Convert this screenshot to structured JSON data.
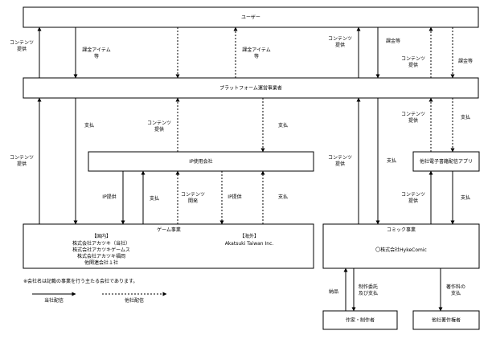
{
  "nodes": {
    "user": "ユーザー",
    "platform": "プラットフォーム運営事業者",
    "ip_licensee": "IP使用会社",
    "other_ebook_app": "他社電子書籍配信アプリ",
    "game_business": "ゲーム事業",
    "comic_business": "コミック事業",
    "author": "作家・制作者",
    "other_rights_holder": "他社著作権者"
  },
  "game": {
    "domestic_header": "【国内】",
    "domestic_companies": [
      "株式会社アカツキ（当社）",
      "株式会社アカツキゲームス",
      "株式会社アカツキ福岡",
      "他関連会社１社"
    ],
    "overseas_header": "【海外】",
    "overseas_company": "Akatsuki Taiwan Inc."
  },
  "comic": {
    "company": "〇株式会社HykeComic"
  },
  "labels": {
    "l1a": "コンテンツ",
    "l1b": "提供",
    "l2a": "課金アイテム",
    "l2b": "等",
    "l3a": "課金アイテム",
    "l3b": "等",
    "l4a": "コンテンツ",
    "l4b": "提供",
    "l5": "課金等",
    "l6a": "コンテンツ",
    "l6b": "提供",
    "l7": "課金等",
    "l8": "支払",
    "l9a": "コンテンツ",
    "l9b": "提供",
    "l10": "支払",
    "l11a": "コンテンツ",
    "l11b": "提供",
    "l12": "支払",
    "l13a": "コンテンツ",
    "l13b": "提供",
    "l14a": "コンテンツ",
    "l14b": "提供",
    "l15": "支払",
    "l16": "IP提供",
    "l17": "支払",
    "l18a": "コンテンツ",
    "l18b": "開発",
    "l19": "IP提供",
    "l20": "支払",
    "l21a": "コンテンツ",
    "l21b": "提供",
    "l22": "支払",
    "l23": "納品",
    "l24a": "制作委託",
    "l24b": "及び支払",
    "l25a": "著作料の",
    "l25b": "支払"
  },
  "legend": {
    "note": "※会社名は記載の事業を行う主たる会社であります。",
    "own": "当社配信",
    "other": "他社配信"
  }
}
